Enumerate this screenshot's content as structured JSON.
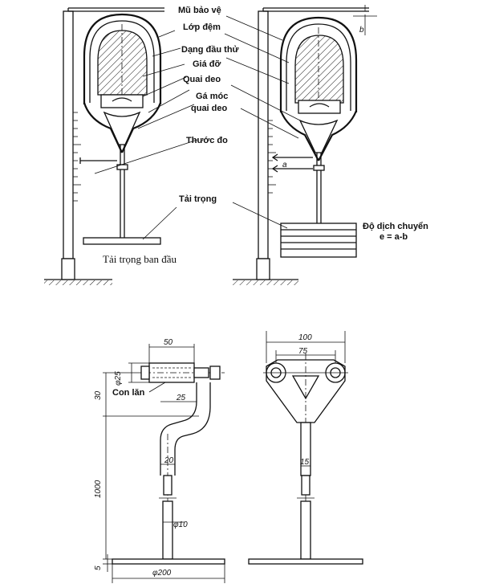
{
  "labels": {
    "helmet": "Mũ bảo vệ",
    "padding": "Lớp đệm",
    "headform": "Dạng đầu thử",
    "support": "Giá đỡ",
    "strap": "Quai deo",
    "strap_hook_1": "Gá móc",
    "strap_hook_2": "quai deo",
    "ruler": "Thước đo",
    "load": "Tải trọng",
    "initial_load": "Tải trọng ban đầu",
    "displacement_1": "Độ dịch chuyển",
    "displacement_2": "e = a-b",
    "roller": "Con lăn",
    "b_mark": "b",
    "a_mark": "a"
  },
  "dimensions": {
    "d50": "50",
    "d25_dia": "φ25",
    "d30": "30",
    "d25": "25",
    "d20": "20",
    "d1000": "1000",
    "d10_dia": "φ10",
    "d5": "5",
    "d200_dia": "φ200",
    "d100": "100",
    "d75": "75",
    "d15": "15"
  }
}
